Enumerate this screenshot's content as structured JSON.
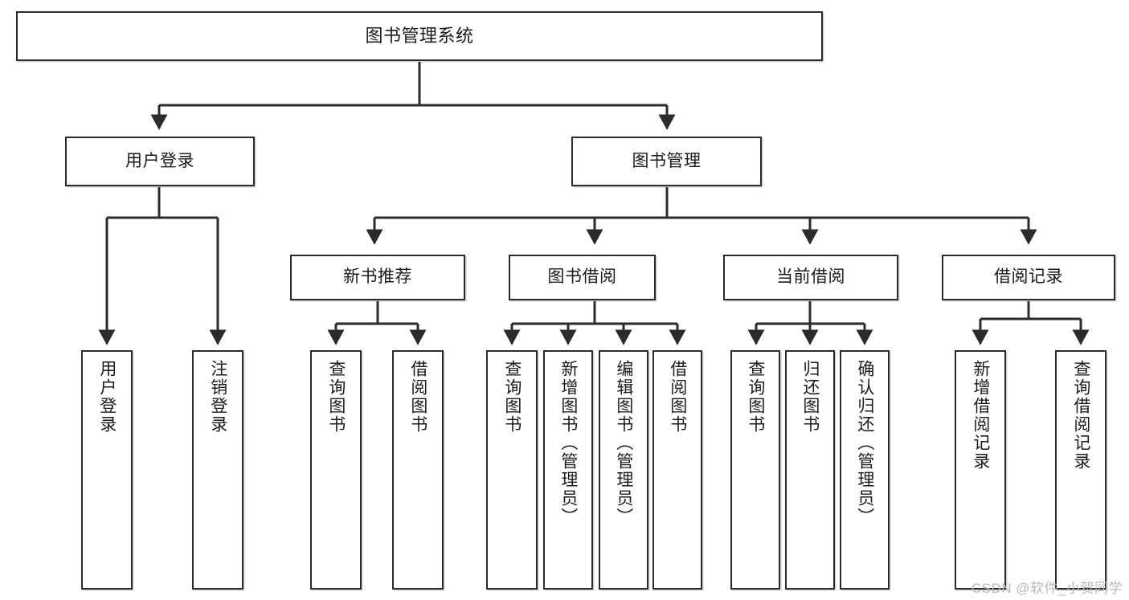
{
  "diagram": {
    "title": "图书管理系统",
    "type": "functional-decomposition-tree",
    "watermark": "CSDN @软件_小贺同学",
    "colors": {
      "box_border": "#2b2b2b",
      "box_fill": "#ffffff",
      "connector": "#2b2b2b",
      "text": "#1b1b1b",
      "watermark": "#b9b9b9"
    },
    "nodes": {
      "root": {
        "label": "图书管理系统"
      },
      "level1": [
        {
          "id": "user-login",
          "label": "用户登录"
        },
        {
          "id": "book-management",
          "label": "图书管理"
        }
      ],
      "level2": [
        {
          "id": "new-book-recommend",
          "label": "新书推荐"
        },
        {
          "id": "book-borrow",
          "label": "图书借阅"
        },
        {
          "id": "current-borrow",
          "label": "当前借阅"
        },
        {
          "id": "borrow-record",
          "label": "借阅记录"
        }
      ],
      "leaves": {
        "user_login": [
          {
            "id": "leaf-user-login",
            "label": "用户登录"
          },
          {
            "id": "leaf-logout-login",
            "label": "注销登录"
          }
        ],
        "new_book_recommend": [
          {
            "id": "leaf-query-book-1",
            "label": "查询图书"
          },
          {
            "id": "leaf-borrow-book-1",
            "label": "借阅图书"
          }
        ],
        "book_borrow": [
          {
            "id": "leaf-query-book-2",
            "label": "查询图书"
          },
          {
            "id": "leaf-add-book",
            "label": "新增图书（管理员）"
          },
          {
            "id": "leaf-edit-book",
            "label": "编辑图书（管理员）"
          },
          {
            "id": "leaf-borrow-book-2",
            "label": "借阅图书"
          }
        ],
        "current_borrow": [
          {
            "id": "leaf-query-book-3",
            "label": "查询图书"
          },
          {
            "id": "leaf-return-book",
            "label": "归还图书"
          },
          {
            "id": "leaf-confirm-return",
            "label": "确认归还（管理员）"
          }
        ],
        "borrow_record": [
          {
            "id": "leaf-add-record",
            "label": "新增借阅记录"
          },
          {
            "id": "leaf-query-record",
            "label": "查询借阅记录"
          }
        ]
      }
    }
  }
}
